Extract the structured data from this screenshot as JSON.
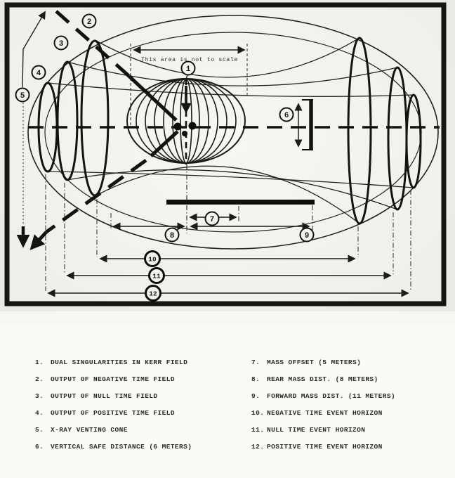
{
  "figure": {
    "note": "This area is not to scale",
    "callouts": {
      "c1": "1",
      "c2": "2",
      "c3": "3",
      "c4": "4",
      "c5": "5",
      "c6": "6",
      "c7": "7",
      "c8": "8",
      "c9": "9",
      "c10": "10",
      "c11": "11",
      "c12": "12"
    }
  },
  "legend": {
    "col1": [
      {
        "num": "1.",
        "label": "DUAL SINGULARITIES IN KERR FIELD"
      },
      {
        "num": "2.",
        "label": "OUTPUT OF NEGATIVE TIME FIELD"
      },
      {
        "num": "3.",
        "label": "OUTPUT OF NULL TIME FIELD"
      },
      {
        "num": "4.",
        "label": "OUTPUT OF POSITIVE TIME FIELD"
      },
      {
        "num": "5.",
        "label": "X-RAY VENTING CONE"
      },
      {
        "num": "6.",
        "label": "VERTICAL SAFE DISTANCE (6 METERS)"
      }
    ],
    "col2": [
      {
        "num": "7.",
        "label": "MASS OFFSET (5 METERS)"
      },
      {
        "num": "8.",
        "label": "REAR MASS DIST. (8 METERS)"
      },
      {
        "num": "9.",
        "label": "FORWARD MASS DIST. (11 METERS)"
      },
      {
        "num": "10.",
        "label": "NEGATIVE TIME EVENT HORIZON"
      },
      {
        "num": "11.",
        "label": "NULL TIME EVENT HORIZON"
      },
      {
        "num": "12.",
        "label": "POSITIVE TIME EVENT HORIZON"
      }
    ]
  },
  "colors": {
    "ink": "#1c1c1a",
    "paper": "#fbfaf6"
  }
}
